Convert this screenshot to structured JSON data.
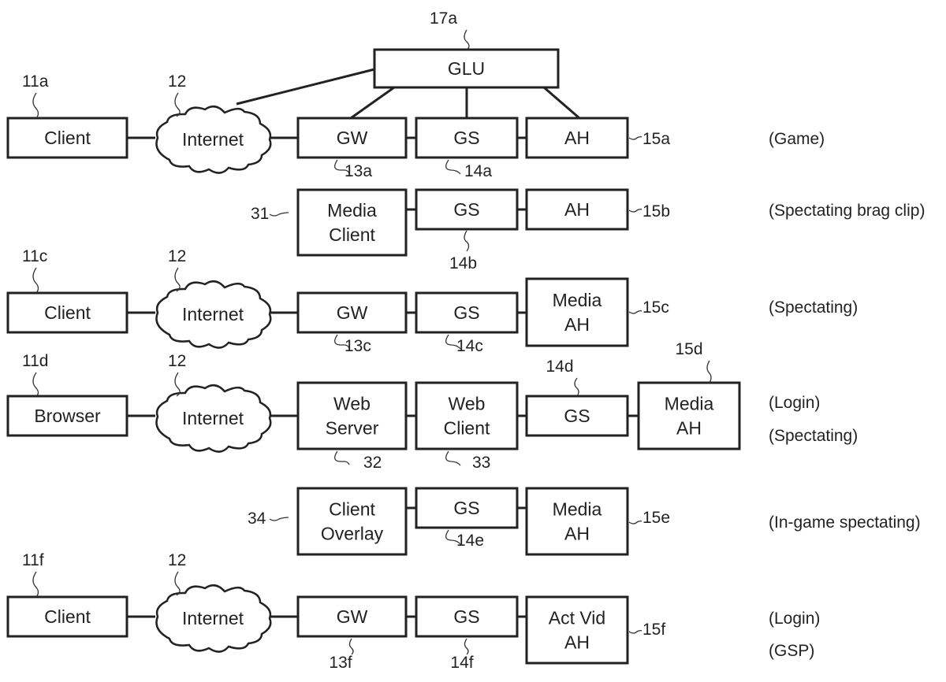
{
  "diagram": {
    "rows": [
      {
        "id": "a",
        "caption": [
          "(Game)"
        ]
      },
      {
        "id": "b",
        "caption": [
          "(Spectating brag clip)"
        ]
      },
      {
        "id": "c",
        "caption": [
          "(Spectating)"
        ]
      },
      {
        "id": "d",
        "caption": [
          "(Login)",
          "(Spectating)"
        ]
      },
      {
        "id": "e",
        "caption": [
          "(In-game spectating)"
        ]
      },
      {
        "id": "f",
        "caption": [
          "(Login)",
          "(GSP)"
        ]
      }
    ],
    "nodes": {
      "glu": {
        "label": [
          "GLU"
        ],
        "ref": "17a"
      },
      "client_a": {
        "label": [
          "Client"
        ],
        "ref": "11a"
      },
      "internet_a": {
        "label": [
          "Internet"
        ],
        "ref": "12"
      },
      "gw_a": {
        "label": [
          "GW"
        ],
        "ref": "13a"
      },
      "gs_a": {
        "label": [
          "GS"
        ],
        "ref": "14a"
      },
      "ah_a": {
        "label": [
          "AH"
        ],
        "ref": "15a"
      },
      "media_client_b": {
        "label": [
          "Media",
          "Client"
        ],
        "ref": "31"
      },
      "gs_b": {
        "label": [
          "GS"
        ],
        "ref": "14b"
      },
      "ah_b": {
        "label": [
          "AH"
        ],
        "ref": "15b"
      },
      "client_c": {
        "label": [
          "Client"
        ],
        "ref": "11c"
      },
      "internet_c": {
        "label": [
          "Internet"
        ],
        "ref": "12"
      },
      "gw_c": {
        "label": [
          "GW"
        ],
        "ref": "13c"
      },
      "gs_c": {
        "label": [
          "GS"
        ],
        "ref": "14c"
      },
      "media_ah_c": {
        "label": [
          "Media",
          "AH"
        ],
        "ref": "15c"
      },
      "browser_d": {
        "label": [
          "Browser"
        ],
        "ref": "11d"
      },
      "internet_d": {
        "label": [
          "Internet"
        ],
        "ref": "12"
      },
      "web_server_d": {
        "label": [
          "Web",
          "Server"
        ],
        "ref": "32"
      },
      "web_client_d": {
        "label": [
          "Web",
          "Client"
        ],
        "ref": "33"
      },
      "gs_d": {
        "label": [
          "GS"
        ],
        "ref": "14d"
      },
      "media_ah_d": {
        "label": [
          "Media",
          "AH"
        ],
        "ref": "15d"
      },
      "client_overlay_e": {
        "label": [
          "Client",
          "Overlay"
        ],
        "ref": "34"
      },
      "gs_e": {
        "label": [
          "GS"
        ],
        "ref": "14e"
      },
      "media_ah_e": {
        "label": [
          "Media",
          "AH"
        ],
        "ref": "15e"
      },
      "client_f": {
        "label": [
          "Client"
        ],
        "ref": "11f"
      },
      "internet_f": {
        "label": [
          "Internet"
        ],
        "ref": "12"
      },
      "gw_f": {
        "label": [
          "GW"
        ],
        "ref": "13f"
      },
      "gs_f": {
        "label": [
          "GS"
        ],
        "ref": "14f"
      },
      "act_vid_ah_f": {
        "label": [
          "Act Vid",
          "AH"
        ],
        "ref": "15f"
      }
    }
  }
}
